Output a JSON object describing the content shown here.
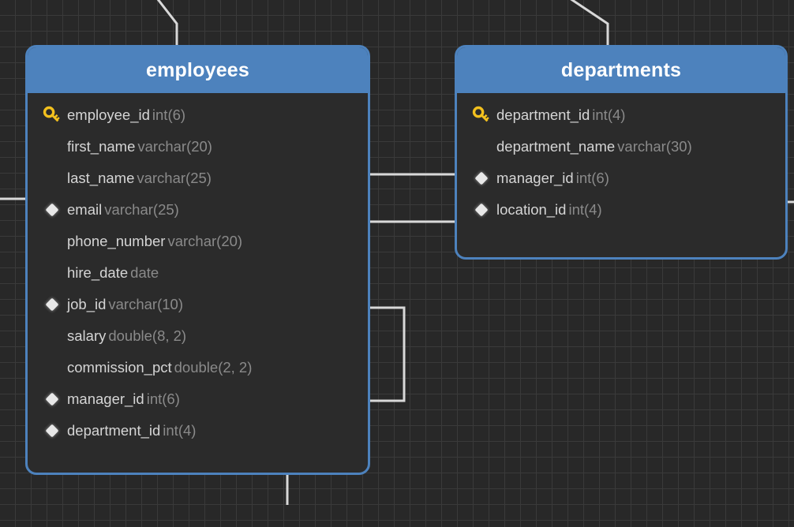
{
  "diagram": {
    "type": "er-diagram",
    "background_color": "#282828",
    "grid_color": "#3a3a3a",
    "grid_size": 20,
    "header_color": "#4d82bd",
    "body_color": "#2b2b2b",
    "column_name_color": "#d5d5d5",
    "column_type_color": "#8a8a8a",
    "link_color": "#d8d8d8",
    "key_icon_color": "#f2c01e"
  },
  "entities": [
    {
      "id": "employees",
      "title": "employees",
      "columns": [
        {
          "icon": "primary-key-icon",
          "name": "employee_id",
          "type": "int(6)"
        },
        {
          "icon": "none",
          "name": "first_name",
          "type": "varchar(20)"
        },
        {
          "icon": "none",
          "name": "last_name",
          "type": "varchar(25)"
        },
        {
          "icon": "index-diamond-icon",
          "name": "email",
          "type": "varchar(25)"
        },
        {
          "icon": "none",
          "name": "phone_number",
          "type": "varchar(20)"
        },
        {
          "icon": "none",
          "name": "hire_date",
          "type": "date"
        },
        {
          "icon": "index-diamond-icon",
          "name": "job_id",
          "type": "varchar(10)"
        },
        {
          "icon": "none",
          "name": "salary",
          "type": "double(8, 2)"
        },
        {
          "icon": "none",
          "name": "commission_pct",
          "type": "double(2, 2)"
        },
        {
          "icon": "index-diamond-icon",
          "name": "manager_id",
          "type": "int(6)"
        },
        {
          "icon": "index-diamond-icon",
          "name": "department_id",
          "type": "int(4)"
        }
      ]
    },
    {
      "id": "departments",
      "title": "departments",
      "columns": [
        {
          "icon": "primary-key-icon",
          "name": "department_id",
          "type": "int(4)"
        },
        {
          "icon": "none",
          "name": "department_name",
          "type": "varchar(30)"
        },
        {
          "icon": "index-diamond-icon",
          "name": "manager_id",
          "type": "int(6)"
        },
        {
          "icon": "index-diamond-icon",
          "name": "location_id",
          "type": "int(4)"
        }
      ]
    }
  ],
  "relationships": [
    {
      "id": "emp-top-link",
      "label": "employees-to-offscreen-top"
    },
    {
      "id": "dept-top-link",
      "label": "departments-to-offscreen-top"
    },
    {
      "id": "emp-dept-link-1",
      "label": "employees-to-departments-upper"
    },
    {
      "id": "emp-dept-link-2",
      "label": "employees-to-departments-lower"
    },
    {
      "id": "emp-self-link",
      "label": "employees-manager-self-reference"
    },
    {
      "id": "emp-left-link",
      "label": "employees-to-offscreen-left"
    },
    {
      "id": "dept-right-link",
      "label": "departments-to-offscreen-right"
    },
    {
      "id": "emp-bottom-link",
      "label": "employees-to-offscreen-bottom"
    }
  ]
}
